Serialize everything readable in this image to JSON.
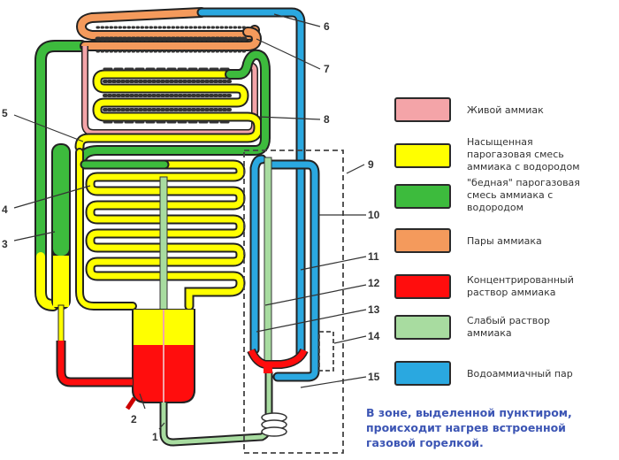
{
  "title": "Схема абсорбционного холодильника",
  "colors": {
    "live_ammonia": "#f4a4a8",
    "saturated_mix": "#ffff00",
    "poor_mix": "#3dbb3d",
    "ammonia_vapor": "#f49a5c",
    "concentrated_solution": "#ff0d0d",
    "weak_solution": "#a8dca0",
    "water_ammonia_vapor": "#2aa8e0"
  },
  "callouts": [
    "1",
    "2",
    "3",
    "4",
    "5",
    "6",
    "7",
    "8",
    "9",
    "10",
    "11",
    "12",
    "13",
    "14",
    "15"
  ],
  "legend": [
    {
      "key": "live_ammonia",
      "label": "Живой аммиак"
    },
    {
      "key": "saturated_mix",
      "label": "Насыщенная\nпарогазовая смесь\nаммиака с водородом"
    },
    {
      "key": "poor_mix",
      "label": "\"бедная\" парогазовая\nсмесь аммиака с\nводородом"
    },
    {
      "key": "ammonia_vapor",
      "label": "Пары аммиака"
    },
    {
      "key": "concentrated_solution",
      "label": "Концентрированный\nраствор аммиака"
    },
    {
      "key": "weak_solution",
      "label": "Слабый раствор\nаммиака"
    },
    {
      "key": "water_ammonia_vapor",
      "label": "Водоаммиачный пар"
    }
  ],
  "note": "В зоне, выделенной пунктиром,\nпроисходит нагрев встроенной\nгазовой горелкой."
}
